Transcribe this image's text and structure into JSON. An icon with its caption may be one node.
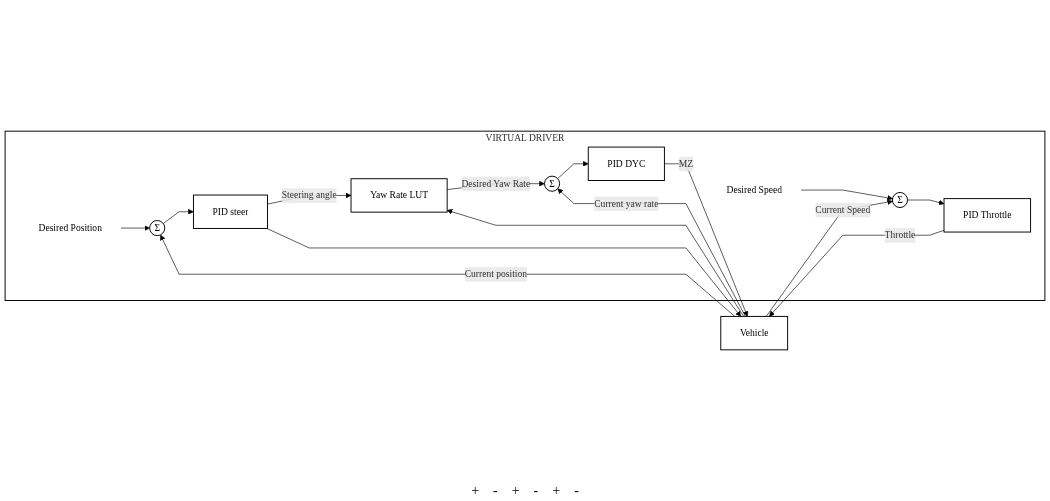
{
  "diagram": {
    "nodes": [
      {
        "text": [
          "VIRTUAL DRIVER"
        ]
      },
      {
        "text": [
          "Σ"
        ],
        "in": 0
      },
      {
        "text": [
          "PID steer"
        ],
        "in": 0
      },
      {
        "text": [
          "Yaw Rate LUT"
        ],
        "in": 0
      },
      {
        "text": [
          "Σ"
        ],
        "in": 0
      },
      {
        "text": [
          "PID DYC"
        ],
        "in": 0
      },
      {
        "text": [
          "Σ"
        ],
        "in": 0
      },
      {
        "text": [
          "PID Throttle"
        ],
        "in": 0
      },
      {
        "text": [
          "Vehicle"
        ]
      },
      {
        "text": [
          "Desired Position"
        ],
        "in": 0
      },
      {
        "text": [
          "Desired Speed"
        ],
        "in": 0
      }
    ],
    "edges": [
      {
        "from": 9,
        "to": 1,
        "arrow": "to"
      },
      {
        "from": 8,
        "to": 1,
        "label": "Current position",
        "arrow": "to"
      },
      {
        "from": 1,
        "to": 2,
        "arrow": "to"
      },
      {
        "from": 2,
        "to": 3,
        "label": "Steering angle",
        "arrow": "to"
      },
      {
        "from": 2,
        "to": 8,
        "arrow": "to"
      },
      {
        "from": 3,
        "to": 4,
        "label": "Desired Yaw Rate",
        "arrow": "to"
      },
      {
        "from": 4,
        "to": 5,
        "arrow": "to"
      },
      {
        "from": 5,
        "to": 8,
        "label": "MZ",
        "arrow": "to"
      },
      {
        "from": 8,
        "to": 4,
        "label": "Current yaw rate",
        "arrow": "to"
      },
      {
        "from": 8,
        "to": 6,
        "label": "Current Speed",
        "arrow": "to"
      },
      {
        "from": 8,
        "to": 3,
        "arrow": "to"
      },
      {
        "from": 10,
        "to": 6,
        "arrow": "to"
      },
      {
        "from": 6,
        "to": 7,
        "arrow": "to"
      },
      {
        "from": 7,
        "to": 8,
        "label": "Throttle",
        "arrow": "to"
      }
    ],
    "labels": [
      "+",
      "-",
      "+",
      "-",
      "+",
      "-"
    ]
  }
}
